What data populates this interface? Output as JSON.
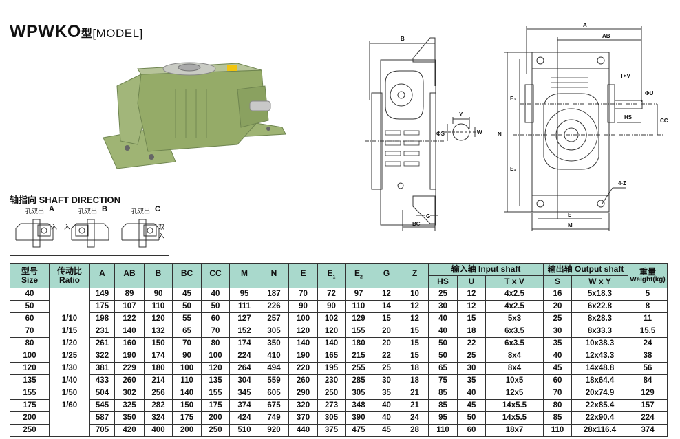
{
  "header": {
    "model": "WPWKO",
    "type_char": "型",
    "suffix": "[MODEL]"
  },
  "shaft_direction": {
    "title": "轴指向  SHAFT DIRECTION",
    "options": [
      {
        "letter": "A",
        "label": "孔双出",
        "input": "入"
      },
      {
        "letter": "B",
        "label": "孔双出",
        "input": "入"
      },
      {
        "letter": "C",
        "label": "孔双出",
        "input": "双入"
      }
    ]
  },
  "drawings": {
    "side_labels": {
      "B": "B",
      "BC": "BC",
      "G": "G"
    },
    "key_labels": {
      "Y": "Y",
      "W": "W",
      "S": "ΦS"
    },
    "front_labels": {
      "A": "A",
      "AB": "AB",
      "TxV": "T×V",
      "U": "ΦU",
      "HS": "HS",
      "CC": "CC",
      "N": "N",
      "E2": "E₂",
      "E1": "E₁",
      "Z": "4-Z",
      "E": "E",
      "M": "M"
    }
  },
  "table": {
    "headers": {
      "size": "型号",
      "size_en": "Size",
      "ratio": "传动比",
      "ratio_en": "Ratio",
      "dims": [
        "A",
        "AB",
        "B",
        "BC",
        "CC",
        "M",
        "N",
        "E",
        "E",
        "E",
        "G",
        "Z"
      ],
      "dims_sub": [
        "",
        "",
        "",
        "",
        "",
        "",
        "",
        "",
        "1",
        "2",
        "",
        ""
      ],
      "input_shaft": "输入轴 Input shaft",
      "input_cols": [
        "HS",
        "U",
        "T x V"
      ],
      "output_shaft": "输出轴 Output shaft",
      "output_cols": [
        "S",
        "W x Y"
      ],
      "weight": "重量",
      "weight_en": "Weight(kg)"
    },
    "rows": [
      {
        "size": "40",
        "ratio": "",
        "v": [
          "149",
          "89",
          "90",
          "45",
          "40",
          "95",
          "187",
          "70",
          "72",
          "97",
          "12",
          "10",
          "25",
          "12",
          "4x2.5",
          "16",
          "5x18.3",
          "5"
        ]
      },
      {
        "size": "50",
        "ratio": "",
        "v": [
          "175",
          "107",
          "110",
          "50",
          "50",
          "111",
          "226",
          "90",
          "90",
          "110",
          "14",
          "12",
          "30",
          "12",
          "4x2.5",
          "20",
          "6x22.8",
          "8"
        ]
      },
      {
        "size": "60",
        "ratio": "1/10",
        "v": [
          "198",
          "122",
          "120",
          "55",
          "60",
          "127",
          "257",
          "100",
          "102",
          "129",
          "15",
          "12",
          "40",
          "15",
          "5x3",
          "25",
          "8x28.3",
          "11"
        ]
      },
      {
        "size": "70",
        "ratio": "1/15",
        "v": [
          "231",
          "140",
          "132",
          "65",
          "70",
          "152",
          "305",
          "120",
          "120",
          "155",
          "20",
          "15",
          "40",
          "18",
          "6x3.5",
          "30",
          "8x33.3",
          "15.5"
        ]
      },
      {
        "size": "80",
        "ratio": "1/20",
        "v": [
          "261",
          "160",
          "150",
          "70",
          "80",
          "174",
          "350",
          "140",
          "140",
          "180",
          "20",
          "15",
          "50",
          "22",
          "6x3.5",
          "35",
          "10x38.3",
          "24"
        ]
      },
      {
        "size": "100",
        "ratio": "1/25",
        "v": [
          "322",
          "190",
          "174",
          "90",
          "100",
          "224",
          "410",
          "190",
          "165",
          "215",
          "22",
          "15",
          "50",
          "25",
          "8x4",
          "40",
          "12x43.3",
          "38"
        ]
      },
      {
        "size": "120",
        "ratio": "1/30",
        "v": [
          "381",
          "229",
          "180",
          "100",
          "120",
          "264",
          "494",
          "220",
          "195",
          "255",
          "25",
          "18",
          "65",
          "30",
          "8x4",
          "45",
          "14x48.8",
          "56"
        ]
      },
      {
        "size": "135",
        "ratio": "1/40",
        "v": [
          "433",
          "260",
          "214",
          "110",
          "135",
          "304",
          "559",
          "260",
          "230",
          "285",
          "30",
          "18",
          "75",
          "35",
          "10x5",
          "60",
          "18x64.4",
          "84"
        ]
      },
      {
        "size": "155",
        "ratio": "1/50",
        "v": [
          "504",
          "302",
          "256",
          "140",
          "155",
          "345",
          "605",
          "290",
          "250",
          "305",
          "35",
          "21",
          "85",
          "40",
          "12x5",
          "70",
          "20x74.9",
          "129"
        ]
      },
      {
        "size": "175",
        "ratio": "1/60",
        "v": [
          "545",
          "325",
          "282",
          "150",
          "175",
          "374",
          "675",
          "320",
          "273",
          "348",
          "40",
          "21",
          "85",
          "45",
          "14x5.5",
          "80",
          "22x85.4",
          "157"
        ]
      },
      {
        "size": "200",
        "ratio": "",
        "v": [
          "587",
          "350",
          "324",
          "175",
          "200",
          "424",
          "749",
          "370",
          "305",
          "390",
          "40",
          "24",
          "95",
          "50",
          "14x5.5",
          "85",
          "22x90.4",
          "224"
        ]
      },
      {
        "size": "250",
        "ratio": "",
        "v": [
          "705",
          "420",
          "400",
          "200",
          "250",
          "510",
          "920",
          "440",
          "375",
          "475",
          "45",
          "28",
          "110",
          "60",
          "18x7",
          "110",
          "28x116.4",
          "374"
        ]
      }
    ]
  },
  "colors": {
    "header_bg": "#a9d9cc",
    "product_green": "#8fa866"
  }
}
